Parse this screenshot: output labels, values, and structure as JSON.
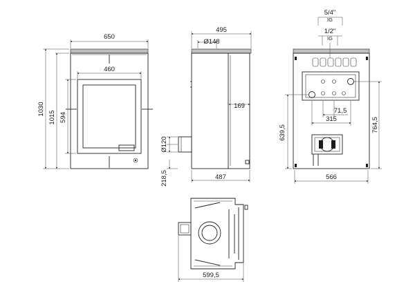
{
  "drawing": {
    "views": {
      "front": {
        "dimensions": {
          "width": "650",
          "door_width": "460",
          "height_total": "1030",
          "height_body": "1015",
          "door_height": "594"
        }
      },
      "side": {
        "dimensions": {
          "depth_top": "495",
          "flue_diameter": "Ø148",
          "flue_offset": "169",
          "air_inlet_diameter": "Ø120",
          "air_inlet_height": "218,5",
          "depth_base": "487"
        }
      },
      "rear": {
        "dimensions": {
          "connection_1_size": "5/4\"",
          "connection_1_thread": "IG",
          "connection_2_size": "1/2\"",
          "connection_2_thread": "IG",
          "spacing_small": "71,5",
          "spacing_medium": "315",
          "height_lower": "639,5",
          "height_upper": "764,5",
          "width": "566"
        }
      },
      "top": {
        "dimensions": {
          "depth": "599,5"
        }
      }
    }
  }
}
